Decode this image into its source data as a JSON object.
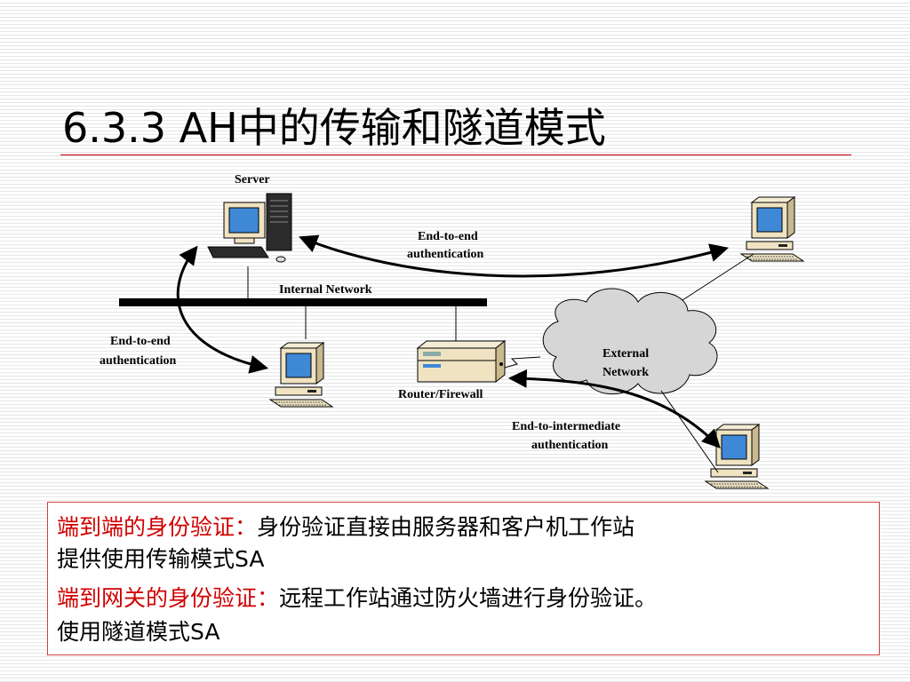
{
  "slide": {
    "title": "6.3.3 AH中的传输和隧道模式"
  },
  "diagram": {
    "server_label": "Server",
    "internal_network_label": "Internal Network",
    "router_label": "Router/Firewall",
    "external_network_label_1": "External",
    "external_network_label_2": "Network",
    "e2e_right_1": "End-to-end",
    "e2e_right_2": "authentication",
    "e2e_left_1": "End-to-end",
    "e2e_left_2": "authentication",
    "e2i_1": "End-to-intermediate",
    "e2i_2": "authentication",
    "colors": {
      "monitor_screen": "#3f88d6",
      "computer_body": "#efe3c2",
      "cloud_fill": "#d6d6d6",
      "title_rule": "#c00000",
      "highlight": "#d00000"
    }
  },
  "text": {
    "line1_highlight": "端到端的身份验证：",
    "line1_rest": "身份验证直接由服务器和客户机工作站",
    "line2": "提供使用传输模式SA",
    "line3_highlight": "端到网关的身份验证：",
    "line3_rest": "远程工作站通过防火墙进行身份验证。",
    "line4": "使用隧道模式SA"
  }
}
